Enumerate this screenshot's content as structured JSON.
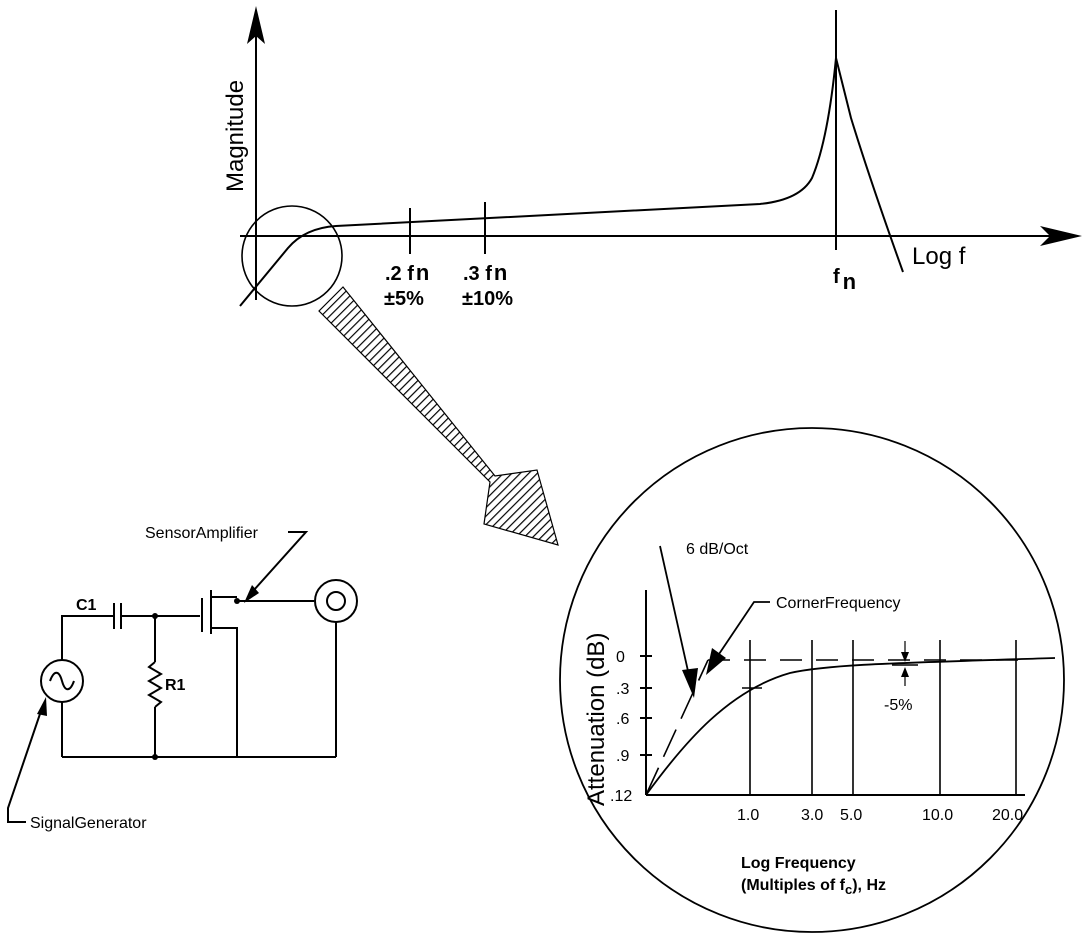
{
  "top_plot": {
    "y_axis_label": "Magnitude",
    "x_axis_label": "Log f",
    "markers": [
      {
        "label": ".2 f",
        "sub": "n",
        "tolerance": "±5%"
      },
      {
        "label": ".3 f",
        "sub": "n",
        "tolerance": "±10%"
      }
    ],
    "resonance_label": "f",
    "resonance_sub": "n"
  },
  "circuit": {
    "capacitor_label": "C1",
    "resistor_label": "R1",
    "amplifier_label": "SensorAmplifier",
    "generator_label": "SignalGenerator"
  },
  "inset": {
    "y_axis_label": "Attenuation (dB)",
    "y_ticks": [
      "0",
      ".3",
      ".6",
      ".9",
      ".12"
    ],
    "x_ticks": [
      "1.0",
      "3.0",
      "5.0",
      "10.0",
      "20.0"
    ],
    "x_title": "Log Frequency",
    "x_subtitle_pre": "(Multiples of f",
    "x_subtitle_sub": "c",
    "x_subtitle_post": "),  Hz",
    "annotation_slope": "6 dB/Oct",
    "annotation_corner": "CornerFrequency",
    "annotation_tolerance": "-5%"
  }
}
